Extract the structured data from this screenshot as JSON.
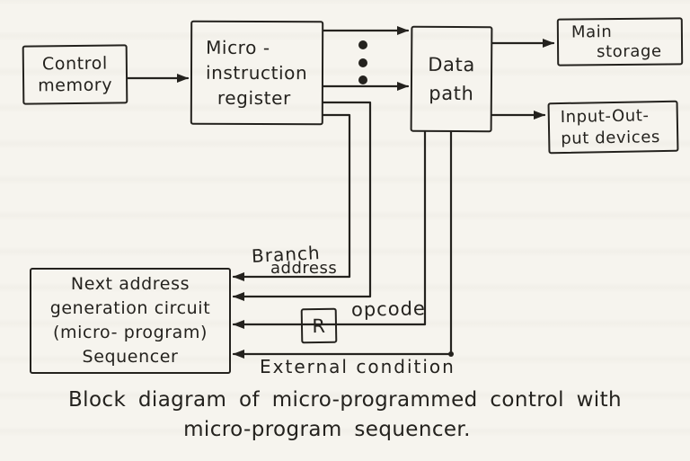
{
  "colors": {
    "ink": "#24221e",
    "paper": "#f6f4ee"
  },
  "diagram": {
    "nodes": {
      "control_memory": {
        "lines": [
          "Control",
          "memory"
        ]
      },
      "micro_instruction_register": {
        "lines": [
          "Micro -",
          "instruction",
          "register"
        ]
      },
      "data_path": {
        "lines": [
          "Data",
          "path"
        ]
      },
      "main_storage": {
        "lines": [
          "Main",
          "storage"
        ]
      },
      "io_devices": {
        "lines": [
          "Input-Out-",
          "put devices"
        ]
      },
      "sequencer": {
        "lines": [
          "Next address",
          "generation circuit",
          "(micro- program)",
          "Sequencer"
        ]
      },
      "r_register": {
        "label": "R"
      }
    },
    "edge_labels": {
      "branch_word1": "Branch",
      "branch_word2": "address",
      "opcode": "opcode",
      "external_condition": "External condition"
    },
    "connections": [
      {
        "from": "Control memory",
        "to": "Micro-instruction register",
        "label": ""
      },
      {
        "from": "Micro-instruction register",
        "to": "Data path",
        "label": "multiple control lines (vertical ellipsis dots)"
      },
      {
        "from": "Data path",
        "to": "Main storage",
        "label": ""
      },
      {
        "from": "Data path",
        "to": "Input-Output devices",
        "label": ""
      },
      {
        "from": "Micro-instruction register",
        "to": "Next address generation circuit (sequencer)",
        "label": "Branch address"
      },
      {
        "from": "Data path",
        "to": "Next address generation circuit (sequencer)",
        "label": "opcode",
        "via": "R register"
      },
      {
        "from": "Data path",
        "to": "Next address generation circuit (sequencer)",
        "label": "External condition"
      }
    ],
    "caption": {
      "line1": "Block diagram of micro-programmed control with",
      "line2": "micro-program sequencer."
    }
  }
}
